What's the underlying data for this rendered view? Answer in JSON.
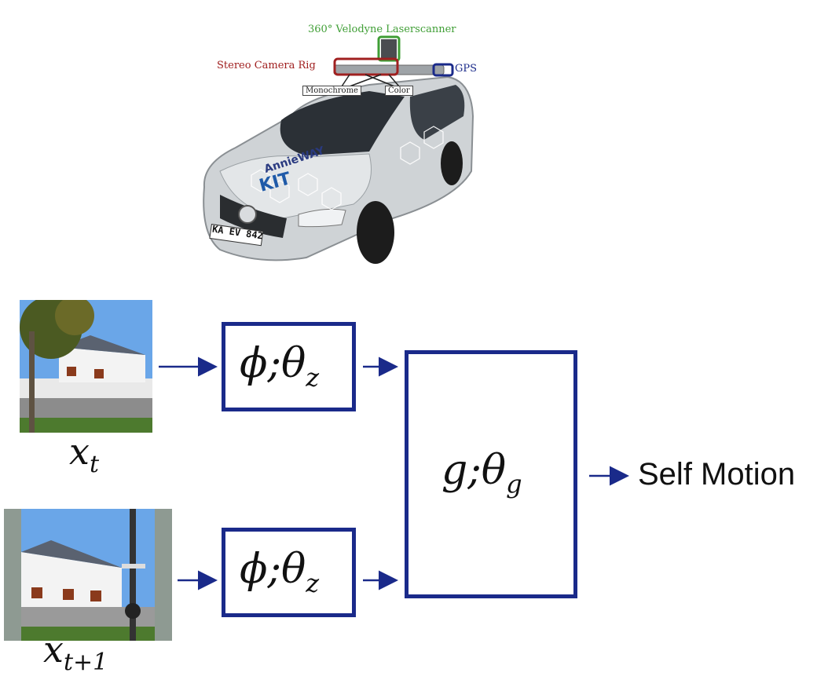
{
  "car": {
    "laserscanner_label": "360° Velodyne Laserscanner",
    "stereo_label": "Stereo Camera Rig",
    "gps_label": "GPS",
    "monochrome_label": "Monochrome",
    "color_label": "Color",
    "brand_text": "AnnieWAY",
    "logo_text": "KIT",
    "plate_text": "KA EV 842",
    "colors": {
      "laserscanner": "#3f9e35",
      "stereo": "#a02020",
      "gps": "#1a2a8a"
    }
  },
  "diagram": {
    "input_t": {
      "symbol": "x",
      "subscript": "t"
    },
    "input_t1": {
      "symbol": "x",
      "subscript": "t+1"
    },
    "encoder_top": {
      "symbol": "ϕ;θ",
      "subscript": "z"
    },
    "encoder_bottom": {
      "symbol": "ϕ;θ",
      "subscript": "z"
    },
    "motion_net": {
      "symbol": "g;θ",
      "subscript": "g"
    },
    "output_label": "Self Motion",
    "colors": {
      "box": "#1a2a8a",
      "arrow": "#1a2a8a"
    }
  }
}
